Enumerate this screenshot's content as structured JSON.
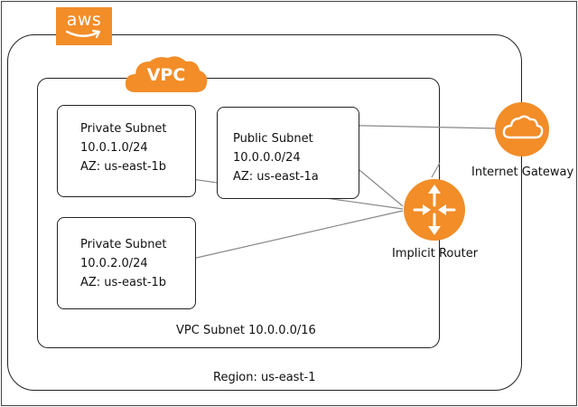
{
  "brand": {
    "logo_text": "aws",
    "accent_color": "#f28d28"
  },
  "vpc": {
    "badge_text": "VPC",
    "cidr_label": "VPC Subnet 10.0.0.0/16"
  },
  "region": {
    "label": "Region: us-east-1"
  },
  "subnets": [
    {
      "title": "Private Subnet",
      "cidr": "10.0.1.0/24",
      "az": "AZ: us-east-1b"
    },
    {
      "title": "Public Subnet",
      "cidr": "10.0.0.0/24",
      "az": "AZ: us-east-1a"
    },
    {
      "title": "Private Subnet",
      "cidr": "10.0.2.0/24",
      "az": "AZ: us-east-1b"
    }
  ],
  "internet_gateway": {
    "label": "Internet Gateway",
    "icon": "cloud-icon"
  },
  "router": {
    "label": "Implicit Router",
    "icon": "router-arrows-icon"
  }
}
